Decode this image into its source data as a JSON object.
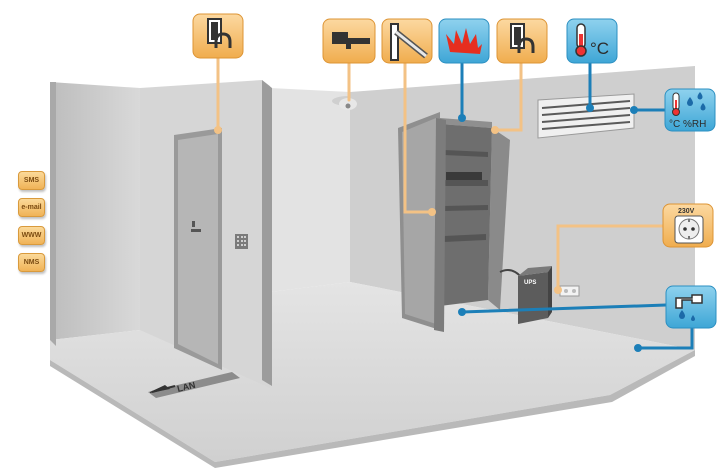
{
  "notifications": [
    {
      "id": "sms",
      "label": "SMS"
    },
    {
      "id": "email",
      "label": "e-mail"
    },
    {
      "id": "www",
      "label": "WWW"
    },
    {
      "id": "nms",
      "label": "NMS"
    }
  ],
  "sensors": {
    "temperature": {
      "icon": "thermometer-icon",
      "unit": "°C"
    },
    "humidity": {
      "icon": "humidity-icon",
      "unit": "°C %RH"
    },
    "power": {
      "icon": "power-outlet-icon",
      "label": "230V"
    },
    "flood": {
      "icon": "water-leak-icon"
    },
    "fire": {
      "icon": "fire-icon"
    },
    "door_contact": {
      "icon": "door-contact-icon"
    },
    "rack_door": {
      "icon": "rack-door-contact-icon"
    },
    "rack_handle": {
      "icon": "door-handle-icon"
    },
    "camera": {
      "icon": "camera-icon"
    }
  },
  "equipment": {
    "ups": "UPS",
    "lan": "LAN"
  },
  "colors": {
    "sensor_orange": "#f5b456",
    "sensor_orange_dark": "#e39a33",
    "sensor_blue": "#5ab6dc",
    "sensor_blue_dark": "#2b8fc1",
    "line_orange": "#f3c285",
    "line_blue": "#1c7fb8",
    "wall": "#d2d2d2",
    "floor": "#dcdcdc"
  }
}
